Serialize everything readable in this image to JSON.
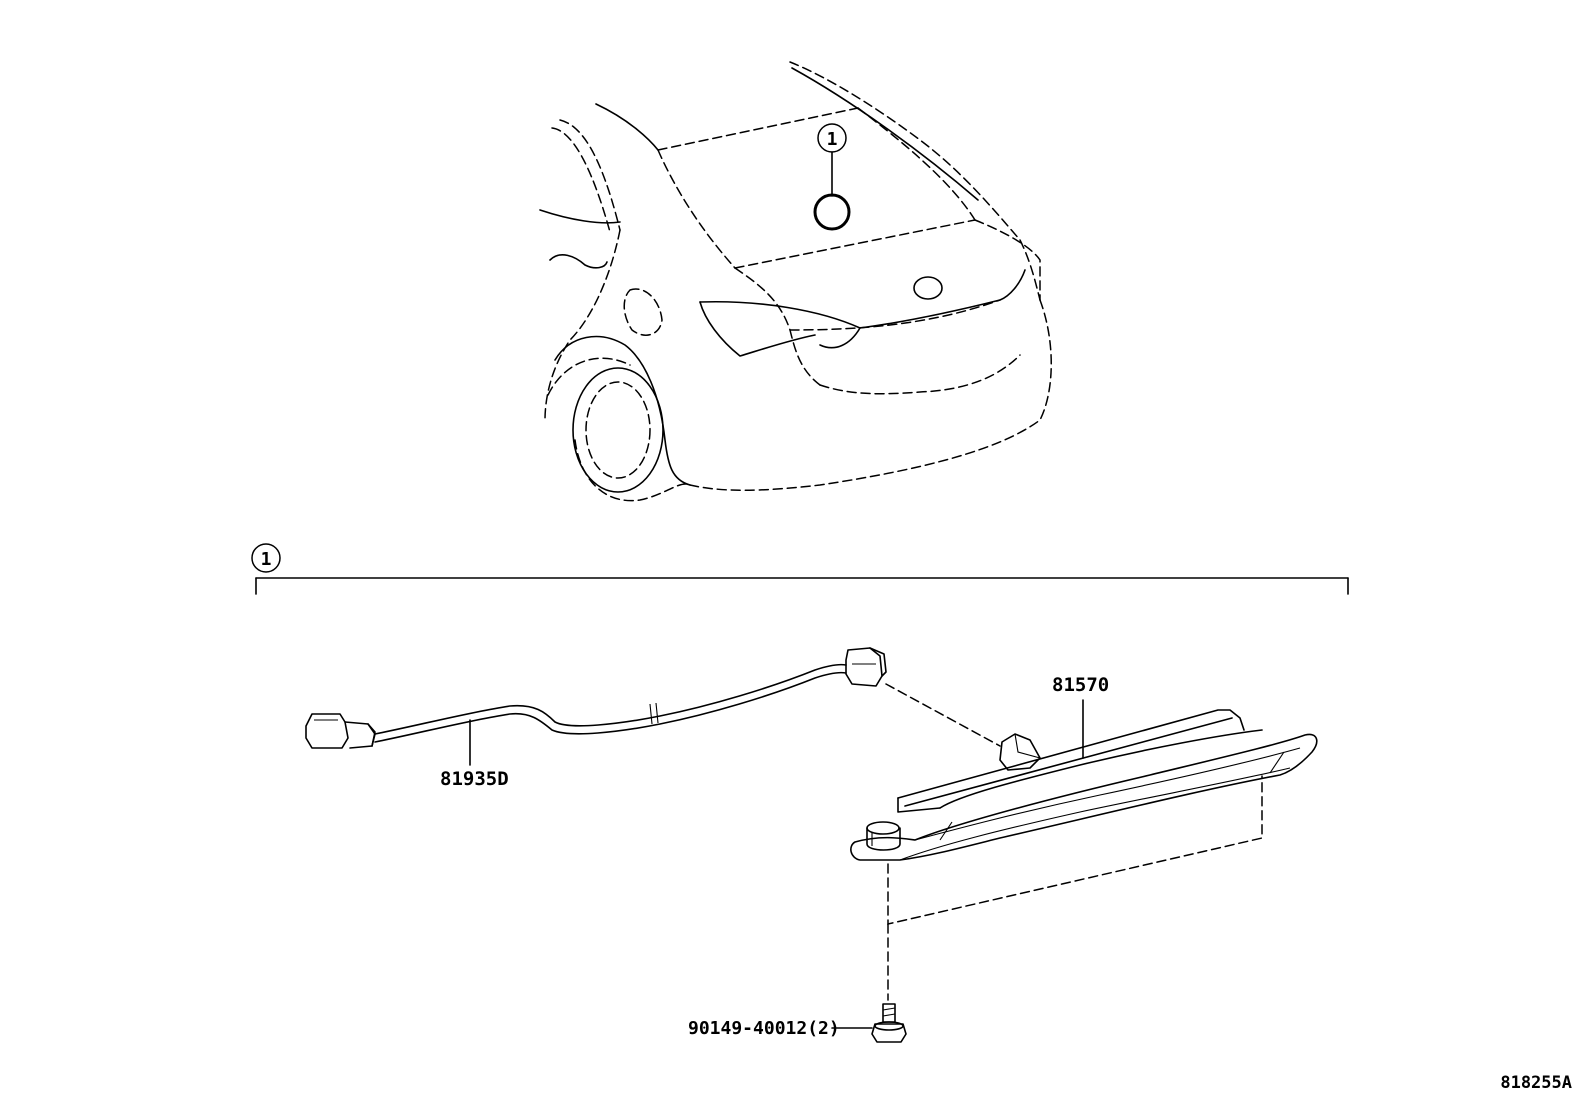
{
  "callouts": {
    "car_ref": "1",
    "bracket_ref": "1"
  },
  "parts": {
    "lamp": "81570",
    "wire": "81935D",
    "screw": "90149-40012(2)"
  },
  "diagram_id": "818255A"
}
